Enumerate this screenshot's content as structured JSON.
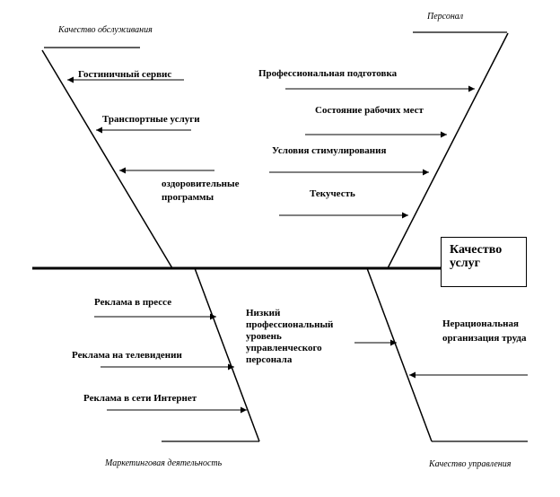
{
  "categories": {
    "service_quality": "Качество обслуживания",
    "personnel": "Персонал",
    "marketing": "Маркетинговая деятельность",
    "management": "Качество управления"
  },
  "effect": {
    "line1": "Качество",
    "line2": "услуг"
  },
  "causes": {
    "hotel_service": "Гостиничный сервис",
    "transport": "Транспортные услуги",
    "health_line1": "оздоровительные",
    "health_line2": "программы",
    "training": "Профессиональная подготовка",
    "workplaces": "Состояние рабочих мест",
    "incentives": "Условия стимулирования",
    "turnover": "Текучесть",
    "press_ads": "Реклама в прессе",
    "tv_ads": "Реклама на телевидении",
    "internet_ads": "Реклама в сети Интернет",
    "low_level_line1": "Низкий",
    "low_level_line2": "профессиональный",
    "low_level_line3": "уровень",
    "low_level_line4": "управленческого",
    "low_level_line5": "персонала",
    "labor_org_line1": "Нерациональная",
    "labor_org_line2": "организация труда"
  }
}
